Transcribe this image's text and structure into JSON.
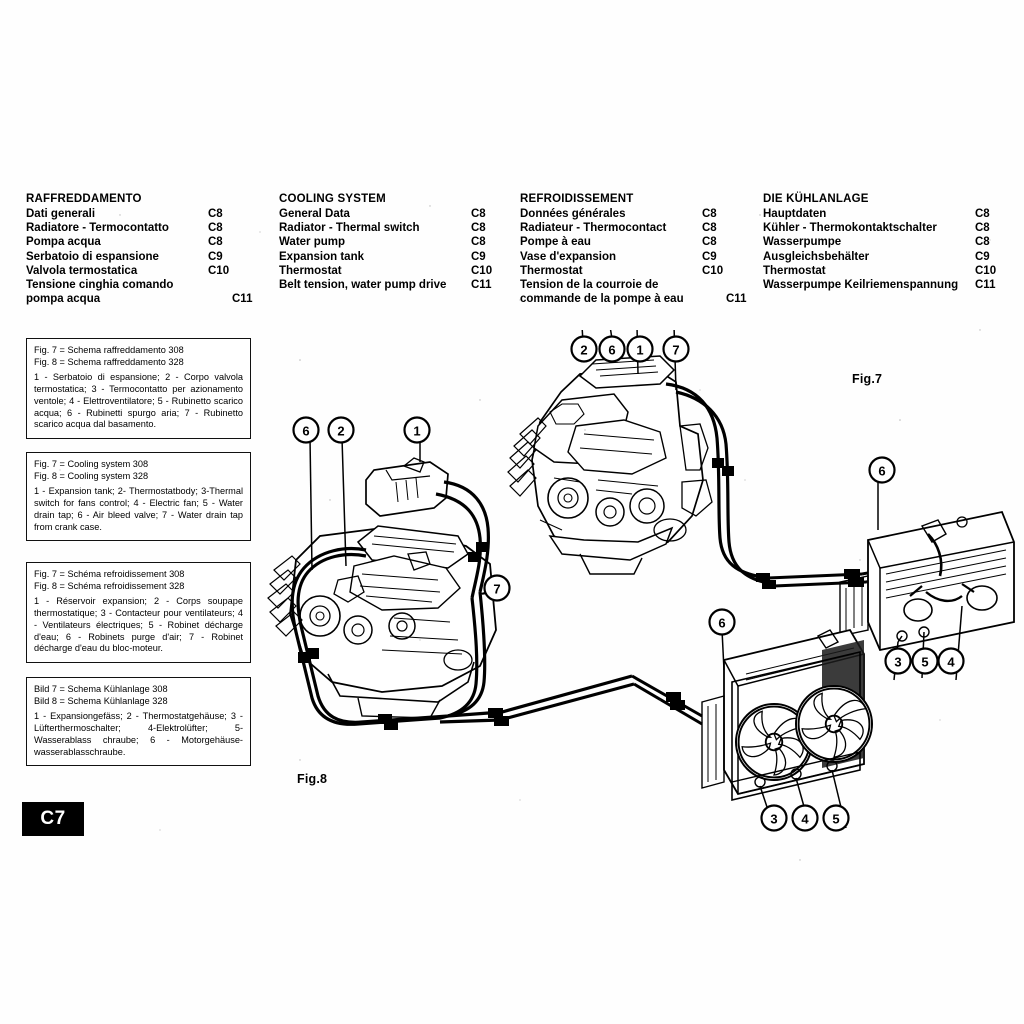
{
  "page": {
    "tag": "C7",
    "background_color": "#ffffff",
    "ink_color": "#000000"
  },
  "index": {
    "columns": [
      {
        "id": "italian",
        "title": "RAFFREDDAMENTO",
        "rows": [
          {
            "label": "Dati generali",
            "page": "C8"
          },
          {
            "label": "Radiatore - Termocontatto",
            "page": "C8"
          },
          {
            "label": "Pompa acqua",
            "page": "C8"
          },
          {
            "label": "Serbatoio di espansione",
            "page": "C9"
          },
          {
            "label": "Valvola termostatica",
            "page": "C10"
          },
          {
            "label": "Tensione cinghia comando",
            "label_cont": "pompa acqua",
            "page": "C11"
          }
        ]
      },
      {
        "id": "english",
        "title": "COOLING SYSTEM",
        "rows": [
          {
            "label": "General Data",
            "page": "C8"
          },
          {
            "label": "Radiator - Thermal switch",
            "page": "C8"
          },
          {
            "label": "Water pump",
            "page": "C8"
          },
          {
            "label": "Expansion tank",
            "page": "C9"
          },
          {
            "label": "Thermostat",
            "page": "C10"
          },
          {
            "label": "Belt tension, water pump drive",
            "page": "C11"
          }
        ]
      },
      {
        "id": "french",
        "title": "REFROIDISSEMENT",
        "rows": [
          {
            "label": "Données générales",
            "page": "C8"
          },
          {
            "label": "Radiateur - Thermocontact",
            "page": "C8"
          },
          {
            "label": "Pompe à eau",
            "page": "C8"
          },
          {
            "label": "Vase d'expansion",
            "page": "C9"
          },
          {
            "label": "Thermostat",
            "page": "C10"
          },
          {
            "label": "Tension de la courroie de",
            "label_cont": "commande de la pompe à eau",
            "page": "C11"
          }
        ]
      },
      {
        "id": "german",
        "title": "DIE KÜHLANLAGE",
        "rows": [
          {
            "label": "Hauptdaten",
            "page": "C8"
          },
          {
            "label": "Kühler - Thermokontaktschalter",
            "page": "C8"
          },
          {
            "label": "Wasserpumpe",
            "page": "C8"
          },
          {
            "label": "Ausgleichsbehälter",
            "page": "C9"
          },
          {
            "label": "Thermostat",
            "page": "C10"
          },
          {
            "label": "Wasserpumpe Keilriemenspannung",
            "page": "C11"
          }
        ]
      }
    ]
  },
  "captions": [
    {
      "id": "italian",
      "head_line1": "Fig. 7 = Schema raffreddamento 308",
      "head_line2": "Fig. 8 = Schema raffreddamento 328",
      "body": "1 - Serbatoio di espansione; 2 - Corpo valvola termostatica; 3 - Termocontatto per azionamento ventole; 4 - Elettroventilatore; 5 - Rubinetto scarico acqua; 6 - Rubinetti spurgo aria; 7 - Rubinetto scarico acqua dal basamento."
    },
    {
      "id": "english",
      "head_line1": "Fig. 7 = Cooling system 308",
      "head_line2": "Fig. 8 = Cooling system 328",
      "body": "1 - Expansion tank; 2- Thermostatbody; 3-Thermal switch for fans control; 4 - Electric fan; 5 - Water drain tap; 6 - Air bleed valve; 7 - Water drain tap from crank case."
    },
    {
      "id": "french",
      "head_line1": "Fig. 7 = Schéma refroidissement 308",
      "head_line2": "Fig. 8 = Schéma refroidissement 328",
      "body": "1 - Réservoir expansion; 2 - Corps soupape thermostatique; 3 - Contacteur pour ventilateurs; 4 - Ventilateurs électriques; 5 - Robinet décharge d'eau; 6 - Robinets purge d'air; 7 - Robinet décharge d'eau du bloc-moteur."
    },
    {
      "id": "german",
      "head_line1": "Bild 7 = Schema Kühlanlage 308",
      "head_line2": "Bild 8 = Schema Kühlanlage 328",
      "body": "1 - Expansiongefäss; 2 - Thermostatgehäuse; 3 - Lüfterthermoschalter; 4-Elektrolüfter; 5-Wasserablass chraube; 6 - Motorgehäuse-wasserablasschraube."
    }
  ],
  "figures": {
    "fig7": {
      "label": "Fig.7",
      "callouts": [
        "2",
        "6",
        "1",
        "7",
        "6",
        "3",
        "5",
        "4"
      ]
    },
    "fig8": {
      "label": "Fig.8",
      "callouts": [
        "6",
        "2",
        "1",
        "7",
        "6",
        "3",
        "4",
        "5"
      ]
    }
  }
}
